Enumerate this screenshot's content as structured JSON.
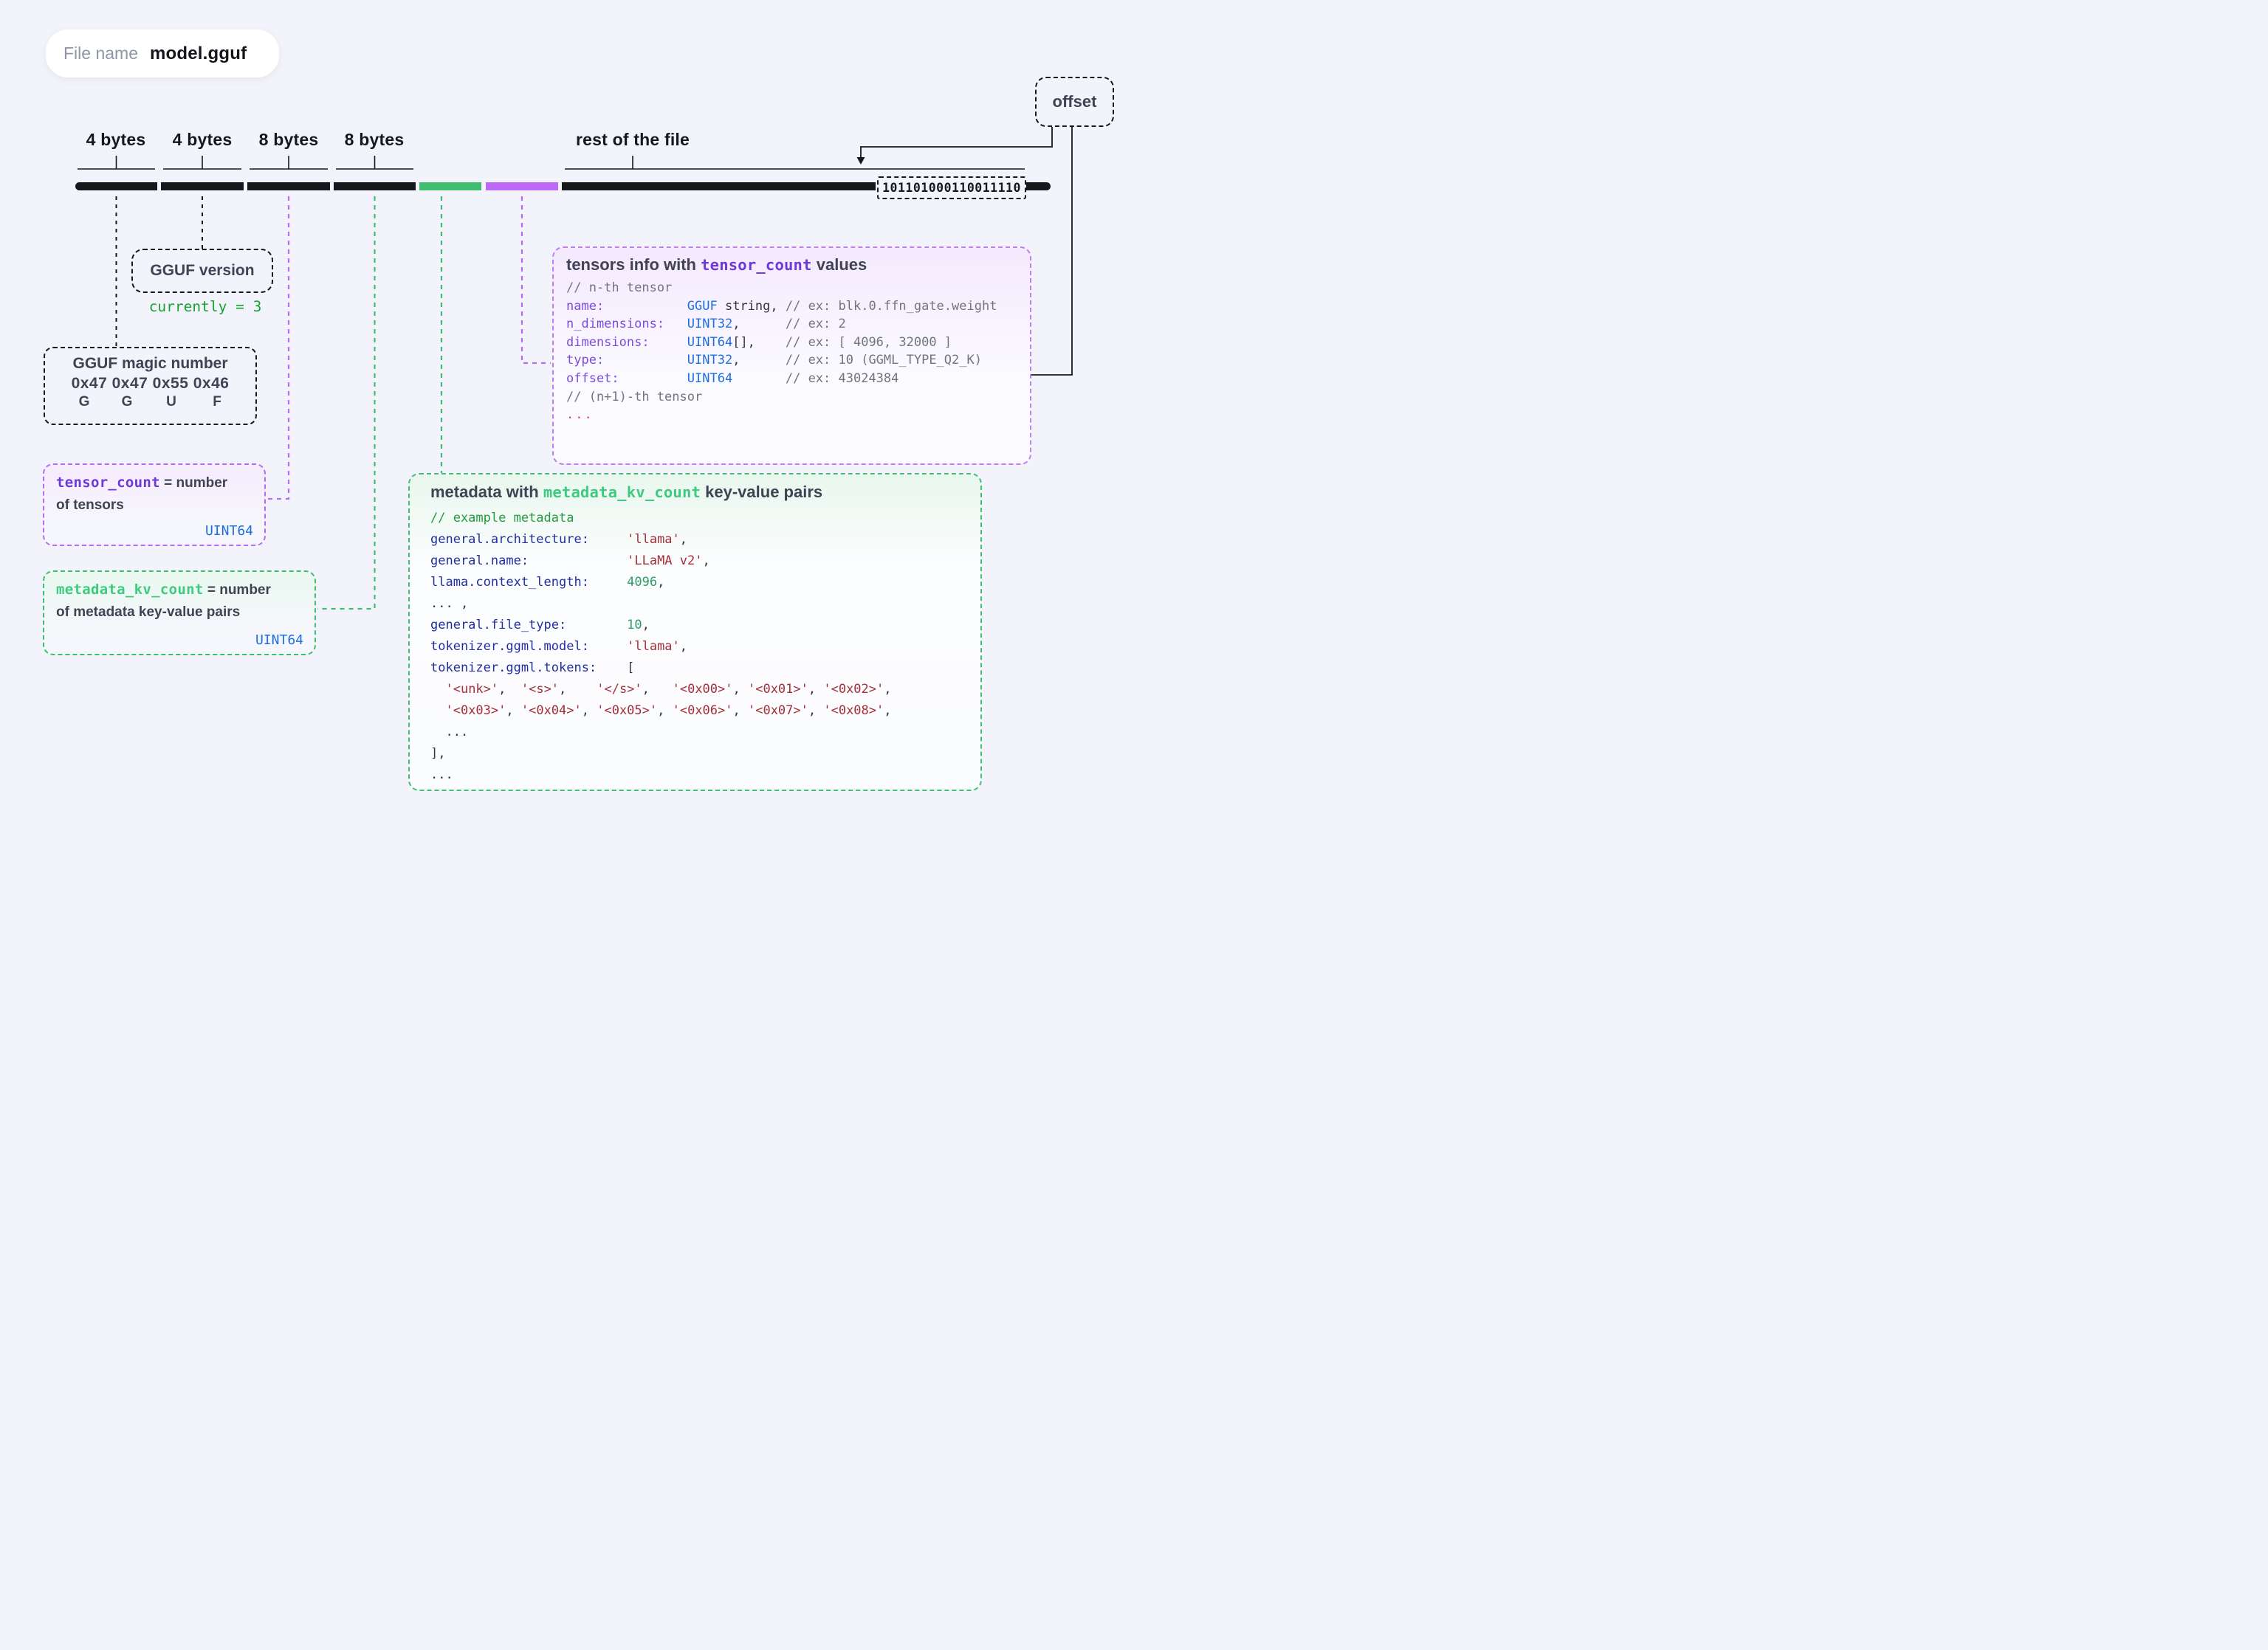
{
  "colors": {
    "bg": "#f3f4fb",
    "ink": "#17181c",
    "dark": "#3f4354",
    "muted": "#8f95a3",
    "bar-green": "#3fbc6d",
    "bar-purple": "#bd68f7",
    "wire-purple": "#b76bf2",
    "wire-green": "#3dbd72",
    "kw-purple": "#6c38d8",
    "kw-green": "#3ecb80",
    "uint-blue": "#1d6fe0",
    "code-key": "#7c4be0",
    "type-blue": "#1d6fe0",
    "comment": "#71757f",
    "meta-key": "#202f9e",
    "string": "#a33039",
    "number": "#2d9c67",
    "green-comment": "#269b3f",
    "currently": "#17a132",
    "red": "#d84a55"
  },
  "file_pill": {
    "label": "File name",
    "value": "model.gguf"
  },
  "offset_box": {
    "label": "offset"
  },
  "bar": {
    "labels": [
      "4 bytes",
      "4 bytes",
      "8 bytes",
      "8 bytes",
      "rest of the file"
    ],
    "binary": "101101000110011110"
  },
  "version_box": {
    "title": "GGUF version",
    "note": "currently = 3"
  },
  "magic_box": {
    "title": "GGUF magic number",
    "hex": "0x47 0x47 0x55 0x46",
    "letters": [
      "G",
      "G",
      "U",
      "F"
    ]
  },
  "tensor_count_box": {
    "keyword": "tensor_count",
    "rest": " = number",
    "line2": "of tensors",
    "type": "UINT64"
  },
  "metadata_kv_box": {
    "keyword": "metadata_kv_count",
    "rest": " = number",
    "line2": "of metadata key-value pairs",
    "type": "UINT64"
  },
  "tensors_box": {
    "title": [
      {
        "t": "tensors info with ",
        "c": "tb"
      },
      {
        "t": "tensor_count",
        "c": "kwp"
      },
      {
        "t": " values",
        "c": "tb"
      }
    ],
    "code": [
      [
        {
          "t": "// n-th tensor",
          "c": "cm"
        }
      ],
      [
        {
          "t": "name:",
          "c": "key"
        },
        {
          "t": "           ",
          "c": "pl"
        },
        {
          "t": "GGUF",
          "c": "ty"
        },
        {
          "t": " string, ",
          "c": "pl"
        },
        {
          "t": "// ex: blk.0.ffn_gate.weight",
          "c": "cm"
        }
      ],
      [
        {
          "t": "n_dimensions:",
          "c": "key"
        },
        {
          "t": "   ",
          "c": "pl"
        },
        {
          "t": "UINT32",
          "c": "ty"
        },
        {
          "t": ",      ",
          "c": "pl"
        },
        {
          "t": "// ex: 2",
          "c": "cm"
        }
      ],
      [
        {
          "t": "dimensions:",
          "c": "key"
        },
        {
          "t": "     ",
          "c": "pl"
        },
        {
          "t": "UINT64",
          "c": "ty"
        },
        {
          "t": "[],    ",
          "c": "pl"
        },
        {
          "t": "// ex: [ 4096, 32000 ]",
          "c": "cm"
        }
      ],
      [
        {
          "t": "type:",
          "c": "key"
        },
        {
          "t": "           ",
          "c": "pl"
        },
        {
          "t": "UINT32",
          "c": "ty"
        },
        {
          "t": ",      ",
          "c": "pl"
        },
        {
          "t": "// ex: 10 (GGML_TYPE_Q2_K)",
          "c": "cm"
        }
      ],
      [
        {
          "t": "offset:",
          "c": "key"
        },
        {
          "t": "         ",
          "c": "pl"
        },
        {
          "t": "UINT64",
          "c": "ty"
        },
        {
          "t": "       ",
          "c": "pl"
        },
        {
          "t": "// ex: 43024384",
          "c": "cm"
        }
      ],
      [
        {
          "t": "// (n+1)-th tensor",
          "c": "cm"
        }
      ],
      [
        {
          "t": "...",
          "c": "red"
        }
      ]
    ]
  },
  "metadata_box": {
    "title": [
      {
        "t": "metadata with ",
        "c": "tb"
      },
      {
        "t": "metadata_kv_count",
        "c": "kwg"
      },
      {
        "t": " key-value pairs",
        "c": "tb"
      }
    ],
    "code": [
      [
        {
          "t": "// example metadata",
          "c": "gcm"
        }
      ],
      [
        {
          "t": "general.architecture:",
          "c": "mkey"
        },
        {
          "t": "     ",
          "c": "pl"
        },
        {
          "t": "'llama'",
          "c": "str"
        },
        {
          "t": ",",
          "c": "pl"
        }
      ],
      [
        {
          "t": "general.name:",
          "c": "mkey"
        },
        {
          "t": "             ",
          "c": "pl"
        },
        {
          "t": "'LLaMA v2'",
          "c": "str"
        },
        {
          "t": ",",
          "c": "pl"
        }
      ],
      [
        {
          "t": "llama.context_length:",
          "c": "mkey"
        },
        {
          "t": "     ",
          "c": "pl"
        },
        {
          "t": "4096",
          "c": "num"
        },
        {
          "t": ",",
          "c": "pl"
        }
      ],
      [
        {
          "t": "... ,",
          "c": "pl"
        }
      ],
      [
        {
          "t": "general.file_type:",
          "c": "mkey"
        },
        {
          "t": "        ",
          "c": "pl"
        },
        {
          "t": "10",
          "c": "num"
        },
        {
          "t": ",",
          "c": "pl"
        }
      ],
      [
        {
          "t": "tokenizer.ggml.model:",
          "c": "mkey"
        },
        {
          "t": "     ",
          "c": "pl"
        },
        {
          "t": "'llama'",
          "c": "str"
        },
        {
          "t": ",",
          "c": "pl"
        }
      ],
      [
        {
          "t": "tokenizer.ggml.tokens:",
          "c": "mkey"
        },
        {
          "t": "    ",
          "c": "pl"
        },
        {
          "t": "[",
          "c": "pl"
        }
      ],
      [
        {
          "t": "  ",
          "c": "pl"
        },
        {
          "t": "'<unk>'",
          "c": "str"
        },
        {
          "t": ",  ",
          "c": "pl"
        },
        {
          "t": "'<s>'",
          "c": "str"
        },
        {
          "t": ",    ",
          "c": "pl"
        },
        {
          "t": "'</s>'",
          "c": "str"
        },
        {
          "t": ",   ",
          "c": "pl"
        },
        {
          "t": "'<0x00>'",
          "c": "str"
        },
        {
          "t": ", ",
          "c": "pl"
        },
        {
          "t": "'<0x01>'",
          "c": "str"
        },
        {
          "t": ", ",
          "c": "pl"
        },
        {
          "t": "'<0x02>'",
          "c": "str"
        },
        {
          "t": ",",
          "c": "pl"
        }
      ],
      [
        {
          "t": "  ",
          "c": "pl"
        },
        {
          "t": "'<0x03>'",
          "c": "str"
        },
        {
          "t": ", ",
          "c": "pl"
        },
        {
          "t": "'<0x04>'",
          "c": "str"
        },
        {
          "t": ", ",
          "c": "pl"
        },
        {
          "t": "'<0x05>'",
          "c": "str"
        },
        {
          "t": ", ",
          "c": "pl"
        },
        {
          "t": "'<0x06>'",
          "c": "str"
        },
        {
          "t": ", ",
          "c": "pl"
        },
        {
          "t": "'<0x07>'",
          "c": "str"
        },
        {
          "t": ", ",
          "c": "pl"
        },
        {
          "t": "'<0x08>'",
          "c": "str"
        },
        {
          "t": ",",
          "c": "pl"
        }
      ],
      [
        {
          "t": "  ...",
          "c": "pl"
        }
      ],
      [
        {
          "t": "],",
          "c": "pl"
        }
      ],
      [
        {
          "t": "...",
          "c": "pl"
        }
      ]
    ]
  }
}
